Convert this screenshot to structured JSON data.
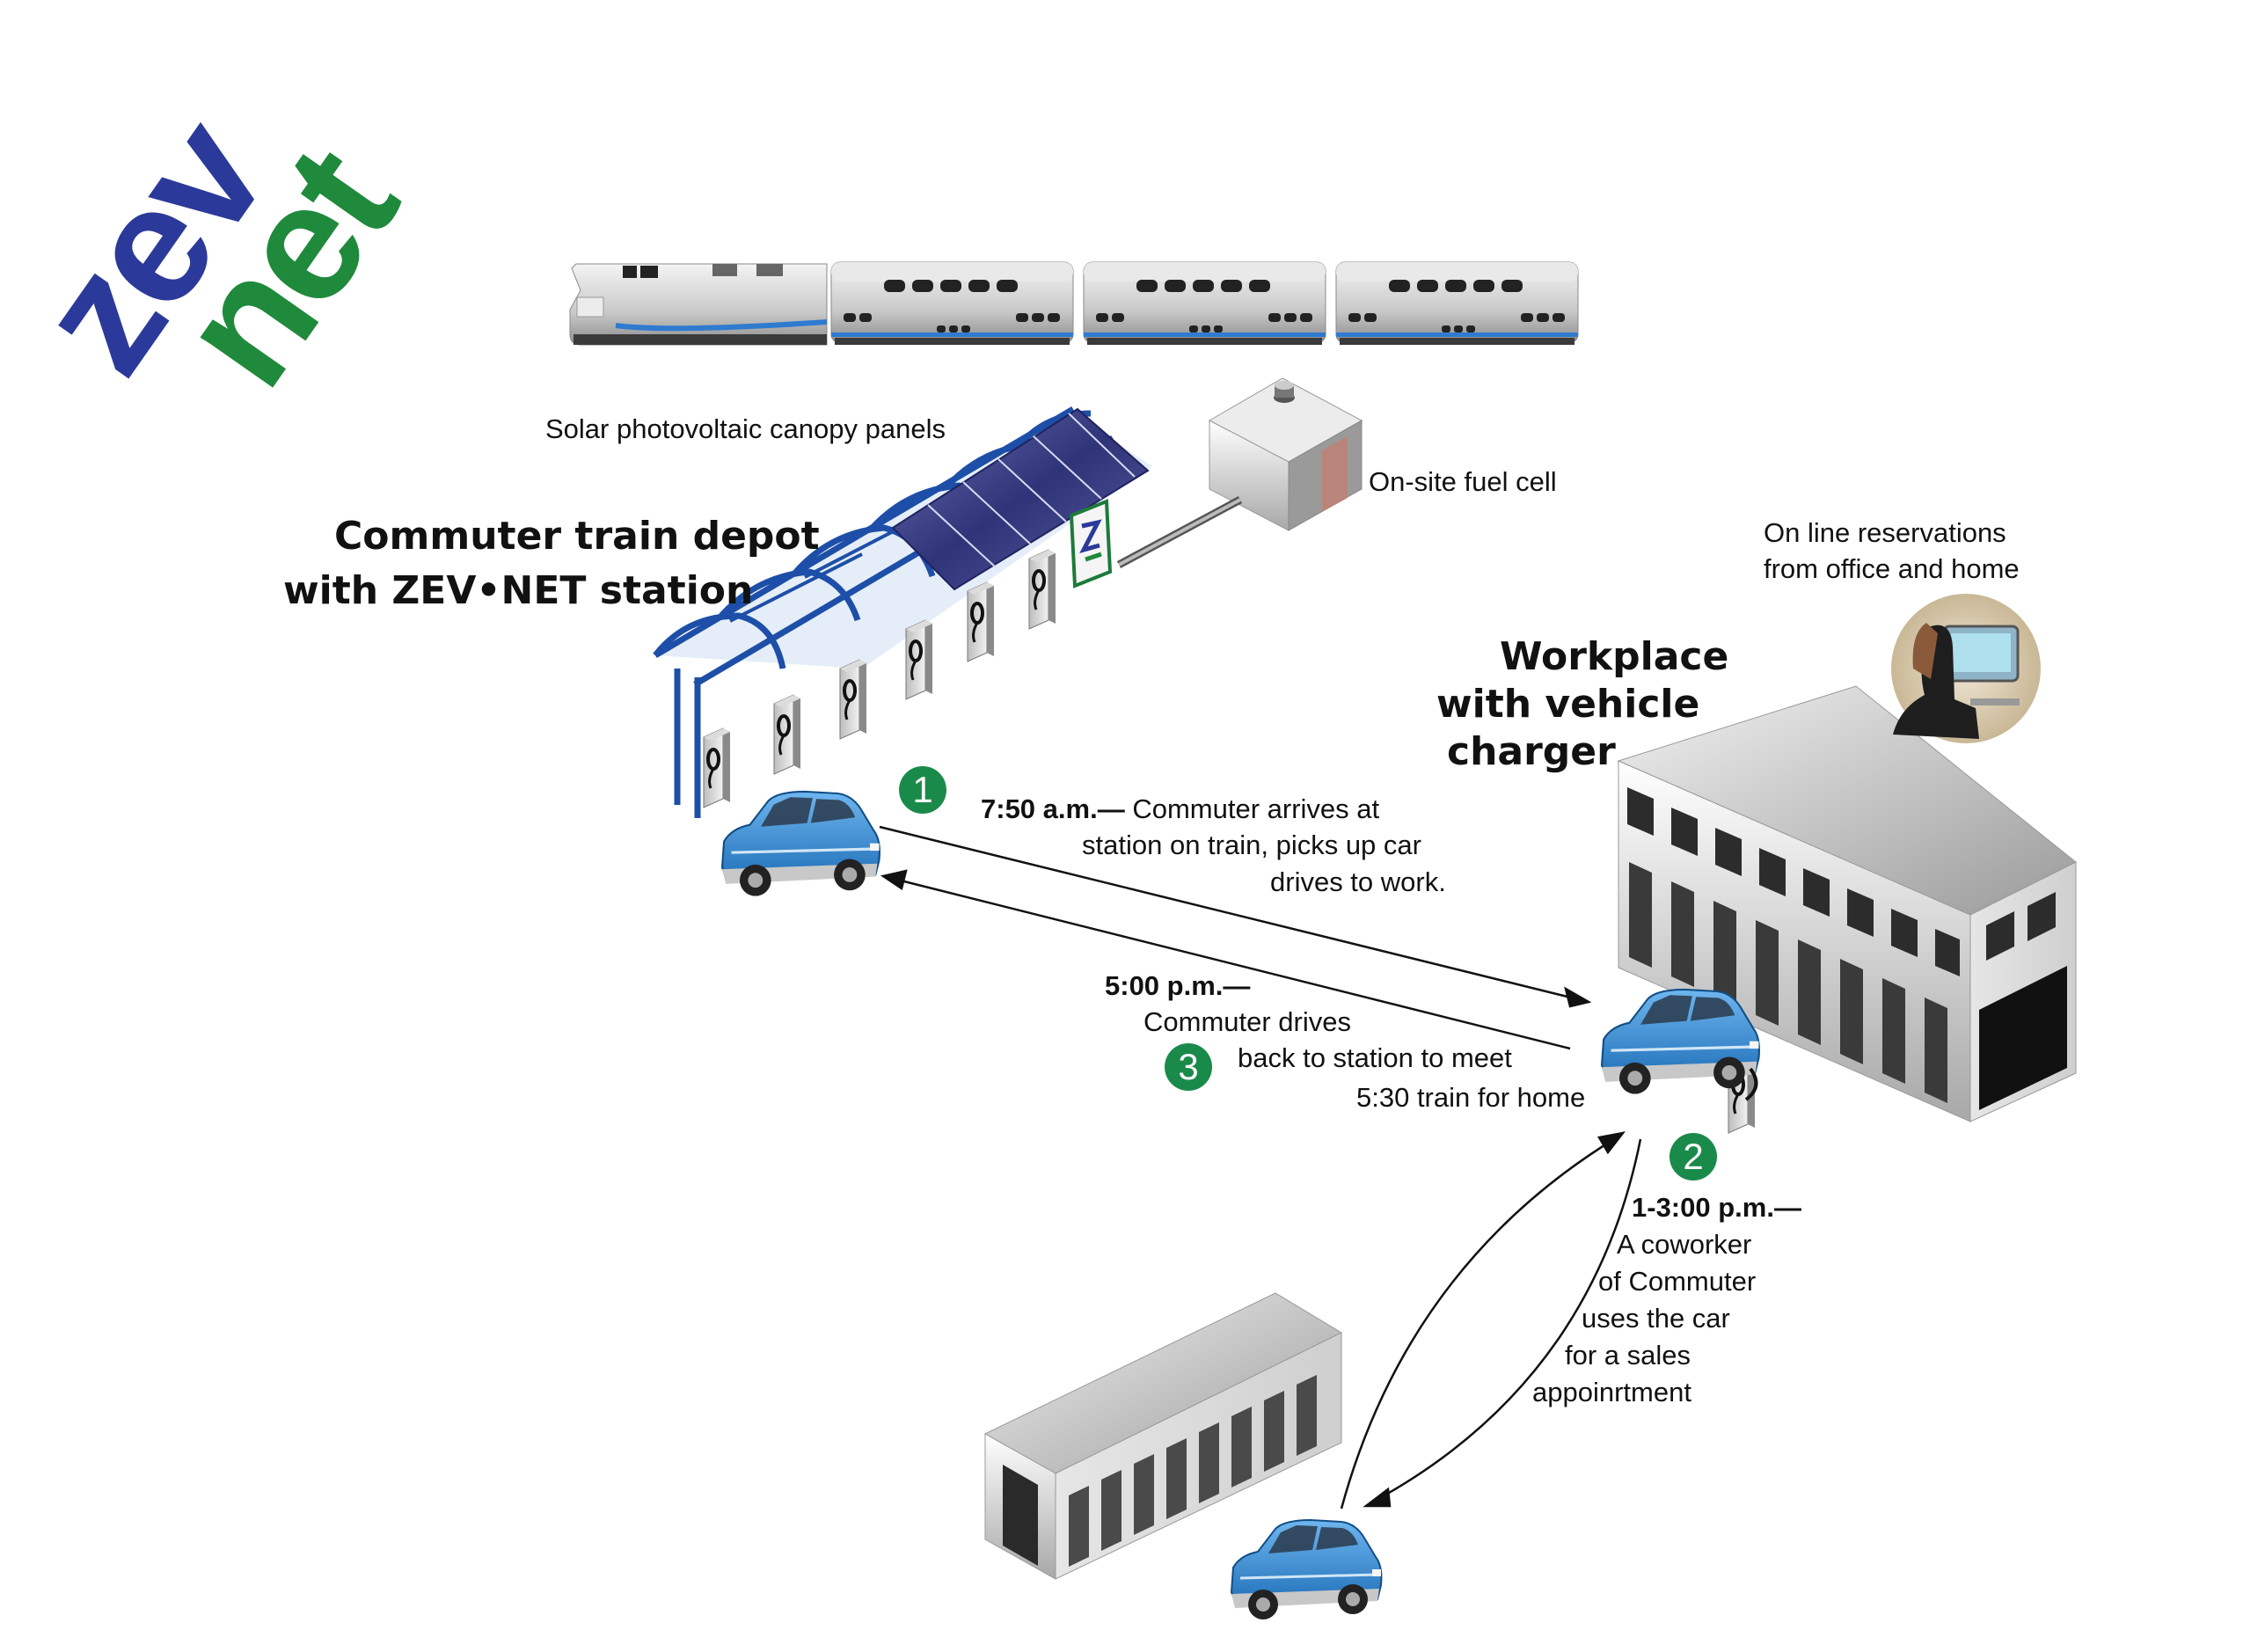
{
  "logo": {
    "line1": "zev",
    "line2": "net",
    "color_zev": "#2b3a9a",
    "color_net": "#1f8a3c"
  },
  "labels": {
    "solar": "Solar photovoltaic canopy panels",
    "fuel_cell": "On-site fuel cell",
    "reservations_line1": "On line reservations",
    "reservations_line2": "from office and home",
    "depot_line1": "Commuter train depot",
    "depot_line2": "with ZEV•NET station",
    "workplace_line1": "Workplace",
    "workplace_line2": "with vehicle",
    "workplace_line3": "charger"
  },
  "steps": [
    {
      "number": "1",
      "time": "7:50 a.m.—",
      "lines": [
        "Commuter  arrives at",
        "station on train, picks up car",
        "drives to work."
      ]
    },
    {
      "number": "2",
      "time": "1-3:00  p.m.—",
      "lines": [
        "A coworker",
        "of Commuter",
        "uses the car",
        "for a sales",
        "appoinrtment"
      ]
    },
    {
      "number": "3",
      "time": "5:00 p.m.—",
      "lines": [
        "Commuter drives",
        "back to station to meet",
        "5:30 train for home"
      ]
    }
  ],
  "colors": {
    "step_badge": "#1a8a4a",
    "car": "#3a8fd6",
    "canopy": "#1e4fa8",
    "solar": "#3b3f8c"
  },
  "icons": [
    "train-icon",
    "fuel-cell-icon",
    "solar-canopy-icon",
    "charger-icon",
    "car-icon",
    "building-icon",
    "computer-user-icon",
    "arrow-icon"
  ]
}
